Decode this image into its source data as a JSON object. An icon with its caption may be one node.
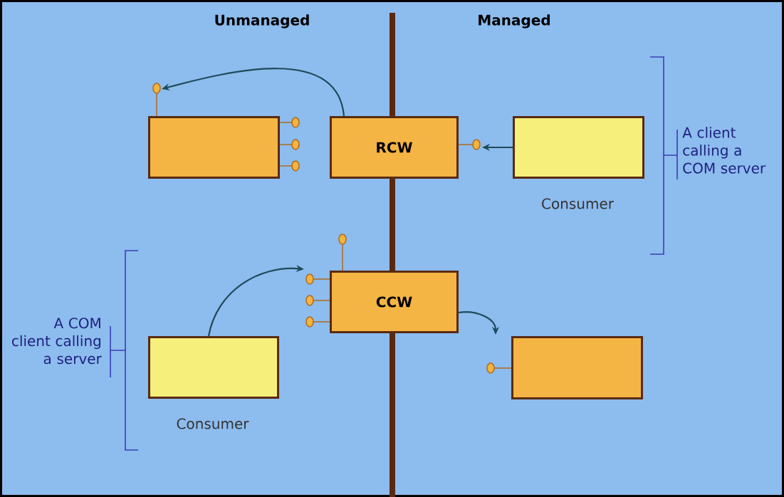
{
  "diagram": {
    "nodes": [
      {
        "text": [],
        "shape": "box"
      },
      {
        "text": [
          "RCW"
        ]
      },
      {
        "text": [],
        "shape": "box",
        "beside": [
          "Consumer"
        ]
      },
      {
        "text": [
          "CCW"
        ]
      },
      {
        "text": [],
        "shape": "box",
        "beside": [
          "Consumer"
        ]
      },
      {
        "text": [],
        "shape": "box"
      }
    ],
    "edges": [
      {
        "from": 1,
        "to": 0,
        "arrow": "to"
      },
      {
        "from": 2,
        "to": 1,
        "arrow": "to"
      },
      {
        "from": 4,
        "to": 3,
        "arrow": "to"
      },
      {
        "from": 3,
        "to": 5,
        "arrow": "to"
      }
    ],
    "labels": [
      "Unmanaged",
      "Managed",
      "A client calling a COM server",
      "A COM client calling a server"
    ]
  }
}
